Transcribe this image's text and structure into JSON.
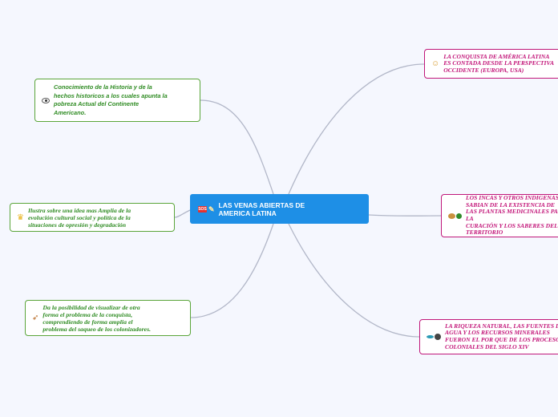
{
  "central": {
    "title": "LAS VENAS ABIERTAS DE\nAMERICA LATINA",
    "icons": [
      "sos-icon",
      "paintbrush-icon"
    ],
    "sos_text": "SOS"
  },
  "left_nodes": [
    {
      "text": "Conocimiento de la Historia y de la\nhechos historicos a los cuales apunta la\npobreza Actual del Continente\nAmericano.",
      "icon": "eye-icon"
    },
    {
      "text": "Ilustra sobre una idea mas Amplia de la\nevolución cultural social y política de la\nsituaciones de opresión y degradación",
      "icon": "crown-icon"
    },
    {
      "text": "Da la posibilidad de visualizar de otra\nforma el problema de la conquista,\ncomprendiendo de forma amplia el\nproblema del saqueo de los colonizadores.",
      "icon": "bow-arrow-icon"
    }
  ],
  "right_nodes": [
    {
      "text": "LA CONQUISTA DE AMÉRICA LATINA\nES CONTADA DESDE LA PERSPECTIVA\nOCCIDENTE (EUROPA, USA)",
      "icon": "face-icon"
    },
    {
      "text": "LOS INCAS Y OTROS INDIGENAS\nSABIAN DE LA EXISTENCIA DE\nLAS PLANTAS MEDICINALES PARA LA\nCURACIÓN  Y LOS SABERES DEL\nTERRITORIO",
      "icon": "potato-broccoli-icon"
    },
    {
      "text": "LA RIQUEZA NATURAL, LAS FUENTES DE\nAGUA Y LOS RECURSOS MINERALES\nFUERON EL POR QUE DE LOS PROCESOS\nCOLONIALES DEL SIGLO XIV",
      "icon": "fish-person-icon"
    }
  ],
  "colors": {
    "background": "#f5f7fe",
    "central": "#1e8fe6",
    "left_border": "#5aa53a",
    "left_text": "#2e8b22",
    "right_border": "#c0177a",
    "right_text": "#c21478",
    "connector": "#b2b7c8"
  }
}
